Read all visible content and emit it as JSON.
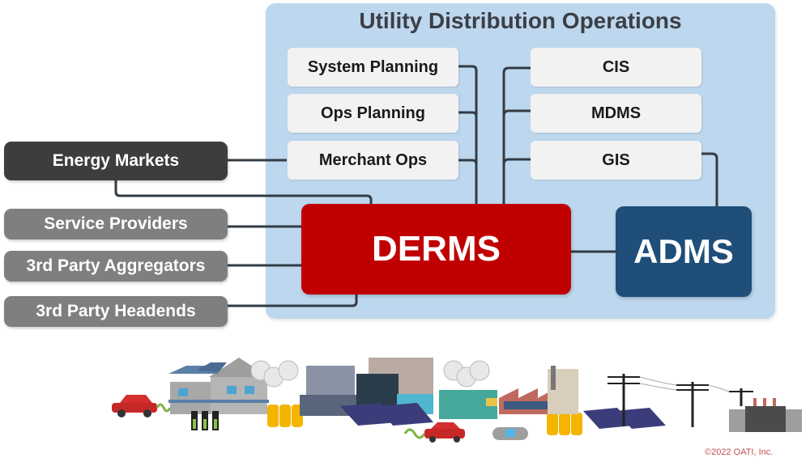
{
  "panel": {
    "title": "Utility Distribution Operations",
    "color": "#bdd7ee"
  },
  "internal_systems": {
    "left": [
      "System Planning",
      "Ops Planning",
      "Merchant Ops"
    ],
    "right": [
      "CIS",
      "MDMS",
      "GIS"
    ]
  },
  "core": {
    "derms": {
      "label": "DERMS",
      "color": "#c00000"
    },
    "adms": {
      "label": "ADMS",
      "color": "#1f4e79"
    }
  },
  "external_parties": [
    {
      "label": "Energy Markets",
      "color": "#3d3d3d"
    },
    {
      "label": "Service Providers",
      "color": "#7f7f7f"
    },
    {
      "label": "3rd Party Aggregators",
      "color": "#7f7f7f"
    },
    {
      "label": "3rd Party Headends",
      "color": "#7f7f7f"
    }
  ],
  "illustration": {
    "items": [
      "electric-car",
      "house-with-solar",
      "home-batteries",
      "smart-meters",
      "battery-storage",
      "commercial-buildings",
      "solar-array",
      "ev-charging-car",
      "generator",
      "factory",
      "fuel-cell",
      "power-lines",
      "substation-transformer"
    ]
  },
  "copyright": "©2022 OATI, Inc."
}
